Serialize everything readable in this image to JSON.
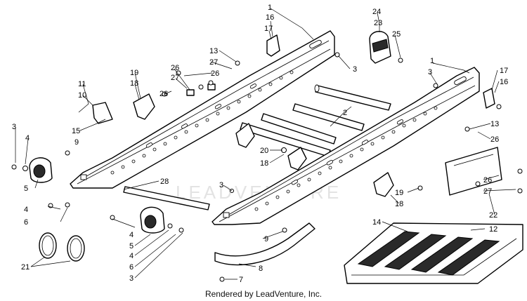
{
  "diagram": {
    "watermark": "LEADVENTURE",
    "footer": "Rendered by LeadVenture, Inc.",
    "callouts": [
      "1",
      "16",
      "17",
      "24",
      "23",
      "25",
      "13",
      "27",
      "26",
      "3",
      "1",
      "3",
      "17",
      "16",
      "19",
      "18",
      "26",
      "27",
      "26",
      "11",
      "10",
      "15",
      "2",
      "13",
      "26",
      "3",
      "4",
      "9",
      "20",
      "18",
      "5",
      "28",
      "3",
      "26",
      "27",
      "19",
      "18",
      "22",
      "4",
      "6",
      "14",
      "12",
      "4",
      "5",
      "4",
      "6",
      "3",
      "9",
      "8",
      "7",
      "21"
    ]
  }
}
